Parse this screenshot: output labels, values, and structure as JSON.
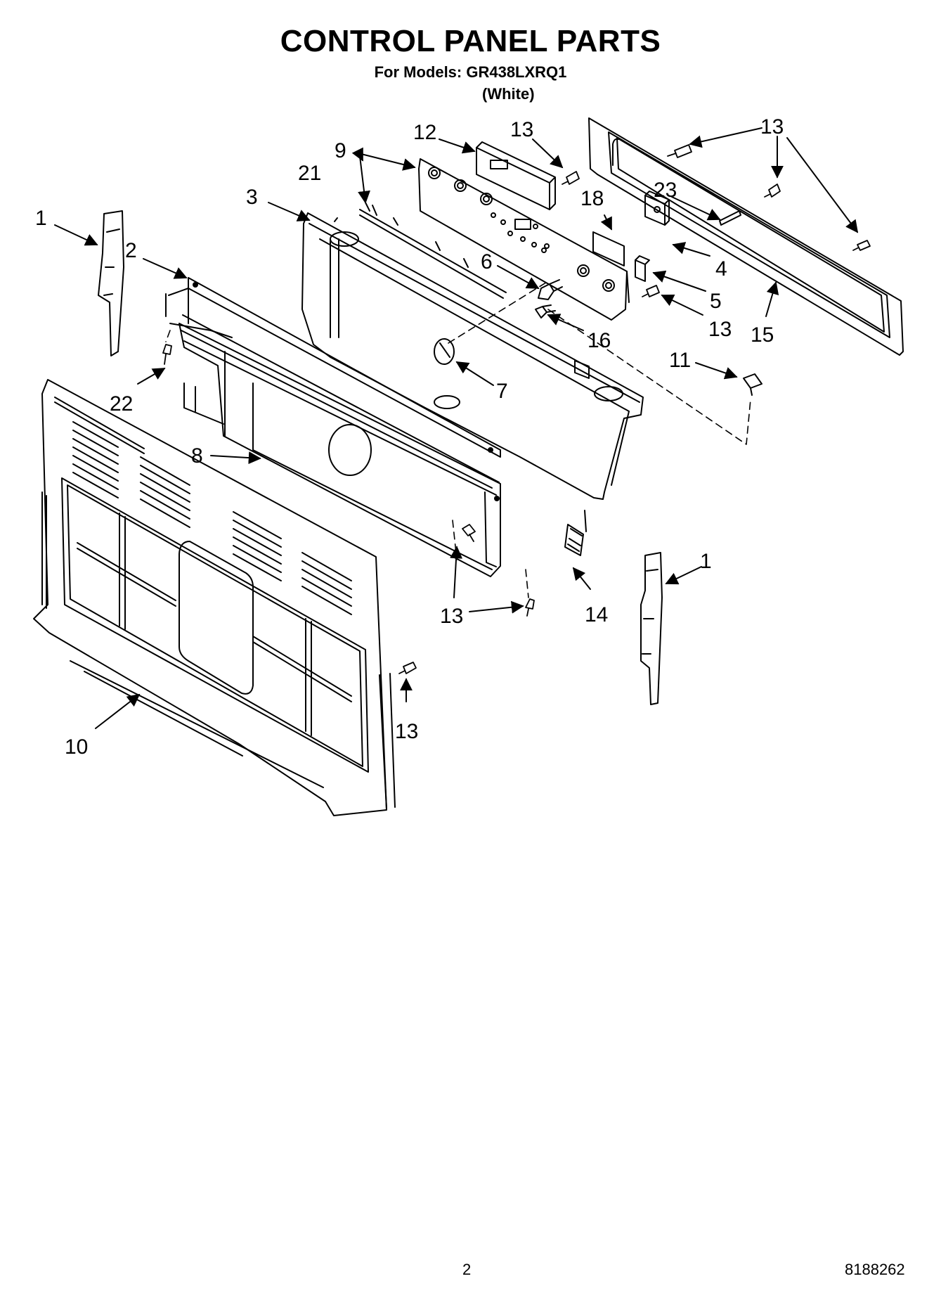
{
  "header": {
    "title": "CONTROL PANEL PARTS",
    "models_line": "For Models: GR438LXRQ1",
    "variant": "(White)"
  },
  "callouts": [
    "1",
    "2",
    "3",
    "4",
    "5",
    "6",
    "7",
    "8",
    "9",
    "10",
    "11",
    "12",
    "13",
    "14",
    "15",
    "16",
    "18",
    "21",
    "22",
    "23"
  ],
  "footer": {
    "page_number": "2",
    "document_number": "8188262"
  }
}
